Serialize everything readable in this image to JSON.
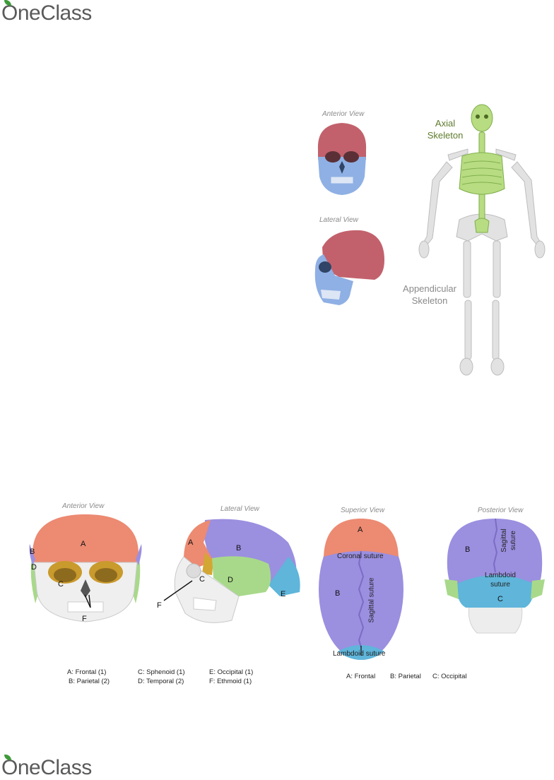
{
  "header": {
    "brand": "OneClass"
  },
  "footer": {
    "brand": "OneClass"
  },
  "figure1": {
    "anterior_label": "Anterior View",
    "lateral_label": "Lateral View",
    "axial_label_1": "Axial",
    "axial_label_2": "Skeleton",
    "appendicular_label_1": "Appendicular",
    "appendicular_label_2": "Skeleton",
    "colors": {
      "cranial": "#c2616c",
      "facial": "#8fb0e4",
      "axial": "#b7dc82",
      "appendicular": "#e2e2e2"
    }
  },
  "figure2": {
    "anterior": {
      "label": "Anterior View",
      "letters": [
        "A",
        "B",
        "D",
        "C",
        "F"
      ]
    },
    "lateral": {
      "label": "Lateral View",
      "letters": [
        "A",
        "B",
        "C",
        "D",
        "E",
        "F"
      ]
    },
    "superior": {
      "label": "Superior View",
      "letters": [
        "A",
        "B"
      ],
      "coronal": "Coronal suture",
      "sagittal": "Sagittal suture",
      "lambdoid": "Lambdoid suture"
    },
    "posterior": {
      "label": "Posterior View",
      "letters": [
        "B",
        "C"
      ],
      "sagittal_1": "Sagittal",
      "sagittal_2": "suture",
      "lambdoid_1": "Lambdoid",
      "lambdoid_2": "suture"
    },
    "captions": {
      "c1": "A: Frontal (1)",
      "c2": "B: Parietal (2)",
      "c3": "C: Sphenoid (1)",
      "c4": "D: Temporal (2)",
      "c5": "E: Occipital (1)",
      "c6": "F: Ethmoid (1)",
      "s1": "A: Frontal",
      "s2": "B: Parietal",
      "s3": "C: Occipital"
    },
    "colors": {
      "frontal": "#ec8a72",
      "parietal": "#9b8fe0",
      "sphenoid": "#d3a734",
      "temporal": "#a8d98a",
      "occipital": "#5fb5da",
      "bone": "#efefef"
    }
  }
}
